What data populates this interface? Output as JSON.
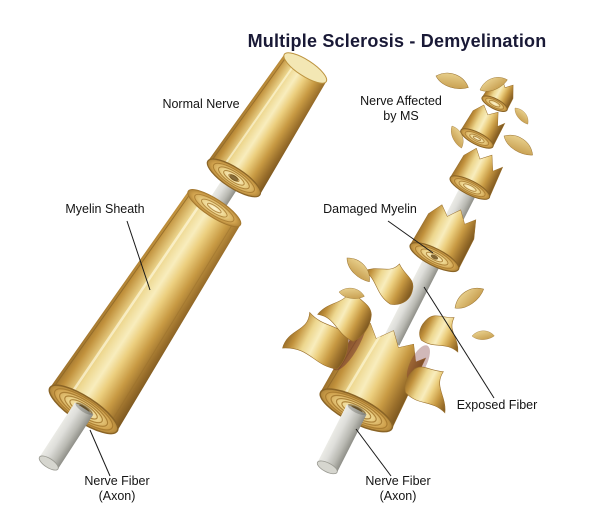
{
  "title": "Multiple Sclerosis - Demyelination",
  "labels": {
    "normal_nerve": "Normal Nerve",
    "nerve_affected_line1": "Nerve Affected",
    "nerve_affected_line2": "by MS",
    "myelin_sheath": "Myelin Sheath",
    "damaged_myelin": "Damaged Myelin",
    "exposed_fiber": "Exposed Fiber",
    "nerve_fiber_line1": "Nerve Fiber",
    "nerve_fiber_line2": "(Axon)"
  },
  "colors": {
    "background": "#ffffff",
    "title_text": "#191936",
    "label_text": "#141414",
    "leader_line": "#1a1a1a",
    "myelin_gold_mid": "#d9b05a",
    "myelin_highlight": "#f8edbd",
    "myelin_shadow": "#7c571f",
    "axon_gray": "#cfcfc7",
    "damage_shadow_red": "#6e2f2f"
  }
}
